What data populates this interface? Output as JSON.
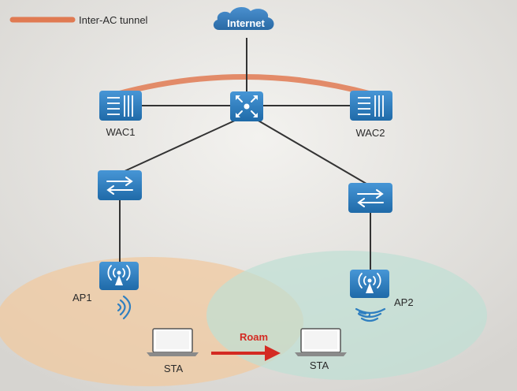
{
  "legend": {
    "label": "Inter-AC tunnel",
    "color": "#e07a52"
  },
  "nodes": {
    "internet": {
      "label": "Internet",
      "icon": "cloud-icon"
    },
    "core": {
      "label": "",
      "icon": "core-switch-icon"
    },
    "wac1": {
      "label": "WAC1",
      "icon": "wireless-ac-icon"
    },
    "wac2": {
      "label": "WAC2",
      "icon": "wireless-ac-icon"
    },
    "sw1": {
      "label": "",
      "icon": "switch-icon"
    },
    "sw2": {
      "label": "",
      "icon": "switch-icon"
    },
    "ap1": {
      "label": "AP1",
      "icon": "access-point-icon"
    },
    "ap2": {
      "label": "AP2",
      "icon": "access-point-icon"
    },
    "sta1": {
      "label": "STA",
      "icon": "laptop-icon"
    },
    "sta2": {
      "label": "STA",
      "icon": "laptop-icon"
    }
  },
  "roam": {
    "label": "Roam",
    "color": "#d42a22"
  },
  "colors": {
    "device_blue": "#2f7fc0",
    "coverage_ap1": "#f0c9a0",
    "coverage_ap2": "#bfe0d4",
    "link": "#333333"
  }
}
